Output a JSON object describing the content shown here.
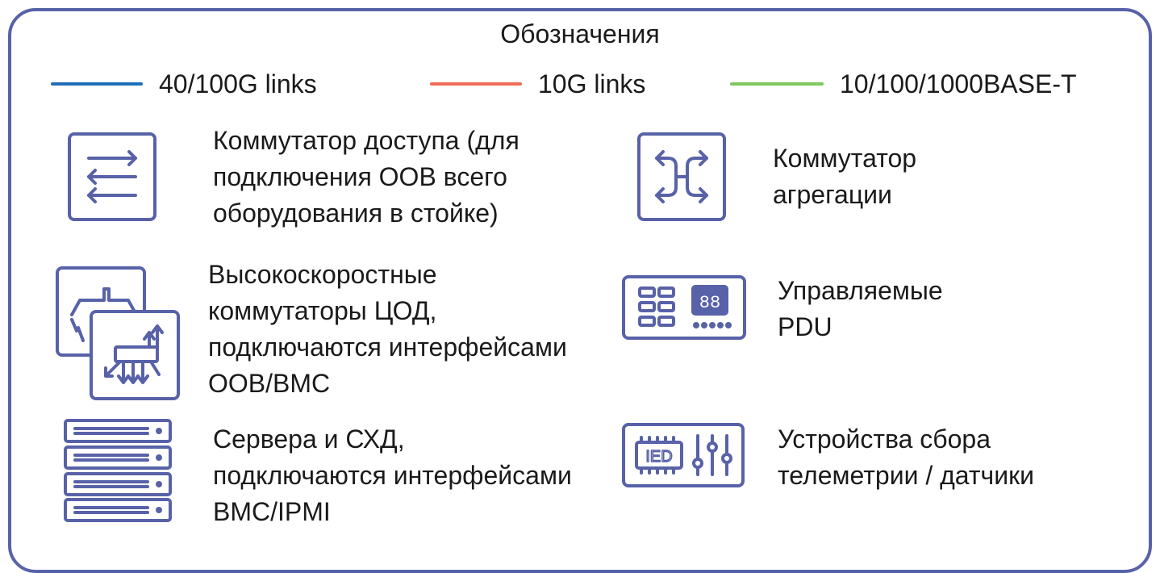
{
  "title": "Обозначения",
  "legend": [
    {
      "label": "40/100G links",
      "color": "#1f6fb8"
    },
    {
      "label": "10G links",
      "color": "#ef6d57"
    },
    {
      "label": "10/100/1000BASE-T",
      "color": "#7dc95e"
    }
  ],
  "items": {
    "access_switch": {
      "icon": "access-switch-icon",
      "text": "Коммутатор доступа (для\nподключения ООВ всего\nоборудования в стойке)"
    },
    "aggregation_switch": {
      "icon": "aggregation-switch-icon",
      "text": "Коммутатор\nагрегации"
    },
    "dc_switches": {
      "icon": "high-speed-switches-icon",
      "text": "Высокоскоростные\nкоммутаторы ЦОД,\nподключаются интерфейсами\nOOB/BMC"
    },
    "pdu": {
      "icon": "pdu-icon",
      "text": "Управляемые\nPDU"
    },
    "servers": {
      "icon": "servers-icon",
      "text": "Сервера и СХД,\nподключаются интерфейсами\nBMC/IPMI"
    },
    "telemetry": {
      "icon": "telemetry-device-icon",
      "text": "Устройства сбора\nтелеметрии / датчики"
    }
  },
  "icon_color": "#5862a8"
}
